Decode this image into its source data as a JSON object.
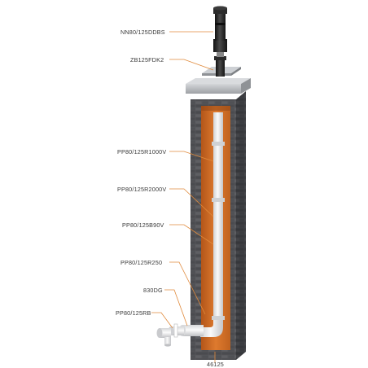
{
  "labels": {
    "top_terminal": "NN80/125DDBS",
    "flashing": "ZB125FDK2",
    "pipe_1000": "PP80/125R1000V",
    "pipe_2000": "PP80/125R2000V",
    "bend_90": "PP80/125B90V",
    "pipe_250": "PP80/125R250",
    "connector": "830DG",
    "bend_rb": "PP80/125RB",
    "base": "46125"
  },
  "colors": {
    "leader": "#e08a3c",
    "brick_dark": "#4a4b4f",
    "brick_light": "#6b6c70",
    "mortar": "#8c8d91",
    "liner_orange": "#d2691e",
    "liner_orange_dark": "#a9541a",
    "pipe_white": "#eeeeee",
    "terminal_black": "#1f1f1f",
    "cap_grey": "#b9bcc0"
  }
}
